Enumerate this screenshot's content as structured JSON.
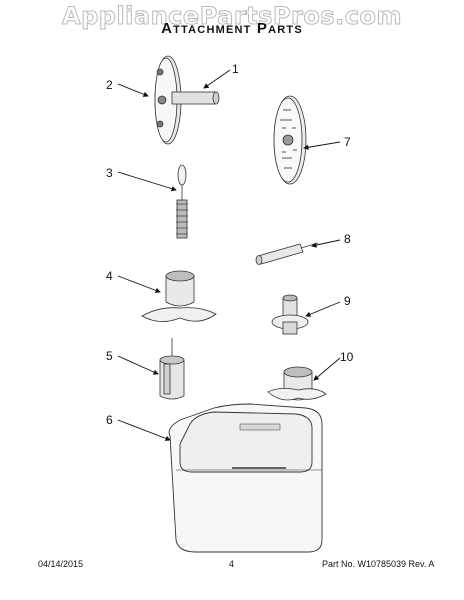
{
  "watermark": "AppliancePartsPros.com",
  "title": "Attachment Parts",
  "callouts": [
    "1",
    "2",
    "3",
    "4",
    "5",
    "6",
    "7",
    "8",
    "9",
    "10"
  ],
  "footer": {
    "date": "04/14/2015",
    "page": "4",
    "part_no": "Part No. W10785039  Rev. A"
  }
}
